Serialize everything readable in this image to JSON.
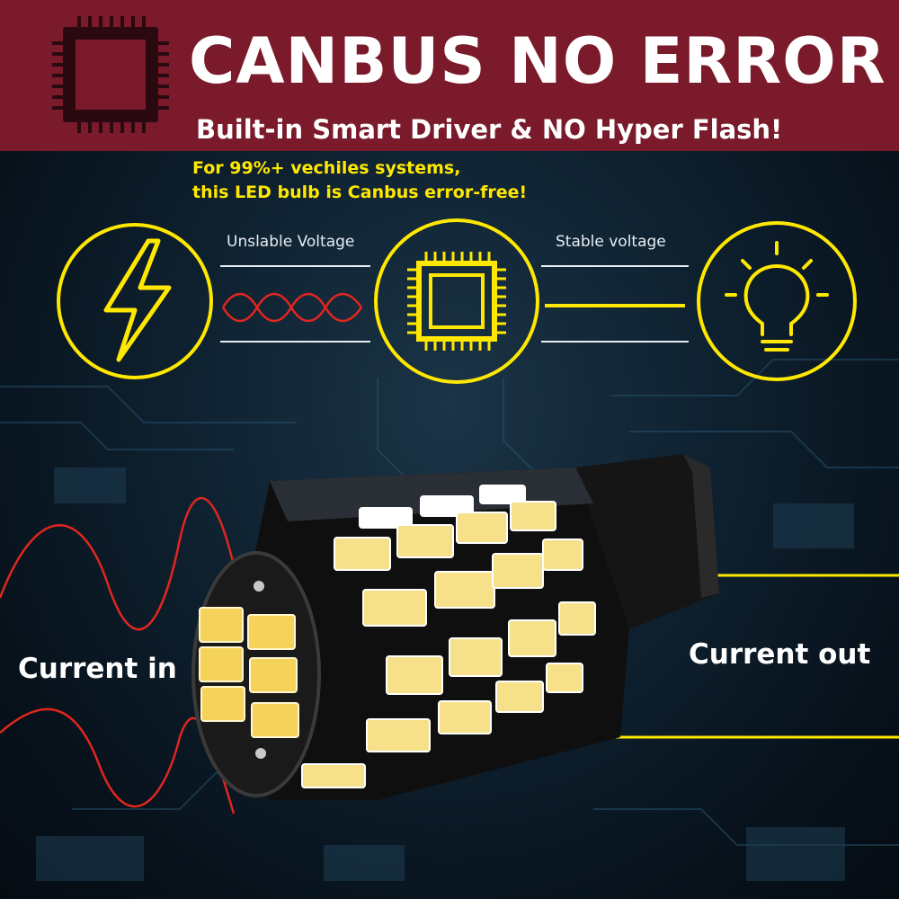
{
  "banner": {
    "title": "CANBUS NO ERROR",
    "subtitle": "Built-in Smart Driver & NO Hyper Flash!"
  },
  "note": {
    "line1": "For 99%+ vechiles systems,",
    "line2": "this LED bulb is Canbus error-free!"
  },
  "diagram": {
    "unstable_label": "Unslable Voltage",
    "stable_label": "Stable voltage",
    "icons": [
      "lightning-icon",
      "chip-icon",
      "light-bulb-icon"
    ]
  },
  "flow": {
    "current_in": "Current in",
    "current_out": "Current out"
  },
  "colors": {
    "banner": "#7a1a2b",
    "accent_yellow": "#ffe800",
    "wave_red": "#e0261f"
  }
}
